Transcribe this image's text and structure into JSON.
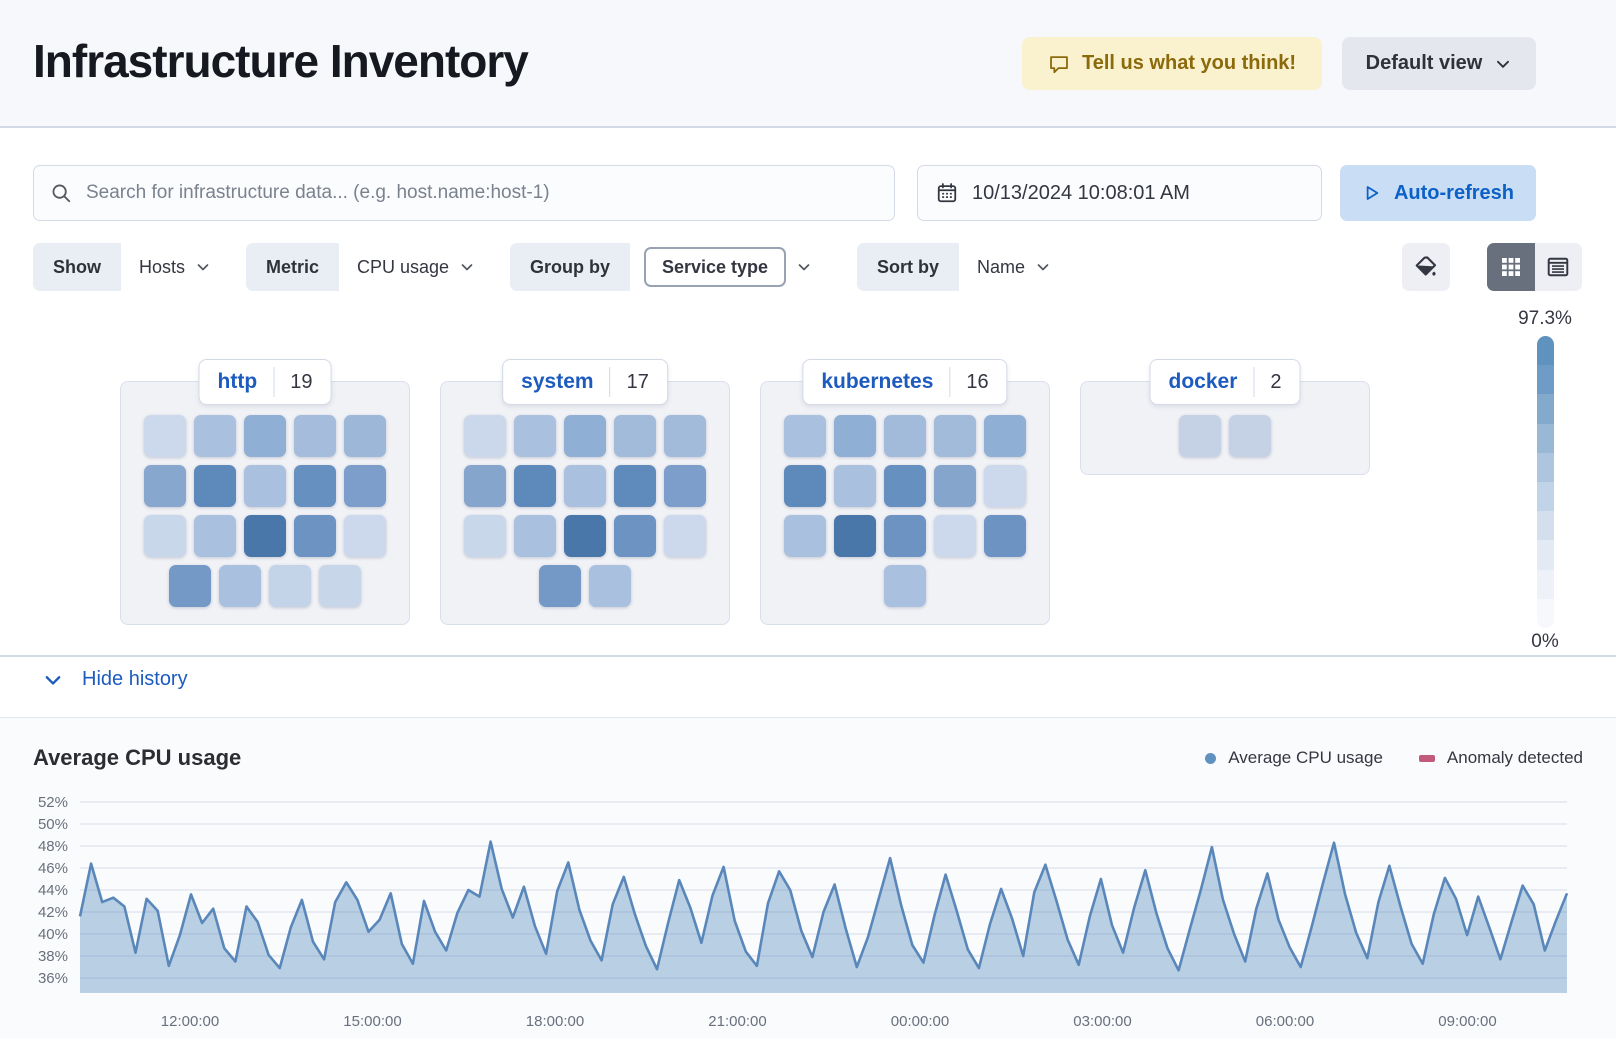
{
  "header": {
    "title": "Infrastructure Inventory",
    "feedback_label": "Tell us what you think!",
    "view_label": "Default view"
  },
  "toolbar": {
    "search_placeholder": "Search for infrastructure data... (e.g. host.name:host-1)",
    "datetime": "10/13/2024 10:08:01 AM",
    "auto_refresh_label": "Auto-refresh"
  },
  "filters": {
    "show_label": "Show",
    "show_value": "Hosts",
    "metric_label": "Metric",
    "metric_value": "CPU usage",
    "group_by_label": "Group by",
    "group_by_value": "Service type",
    "sort_by_label": "Sort by",
    "sort_by_value": "Name"
  },
  "scale_legend": {
    "max": "97.3%",
    "min": "0%",
    "colors": [
      "#6092c0",
      "#6f9cc6",
      "#83aacd",
      "#98b8d6",
      "#adc5de",
      "#c1d3e6",
      "#d4dfee",
      "#e3eaf4",
      "#eef2f8",
      "#f6f8fc"
    ]
  },
  "groups": [
    {
      "name": "http",
      "count": "19",
      "rows": [
        [
          "#ccd9ec",
          "#aac0df",
          "#8fafd4",
          "#a5bcdc",
          "#9db7d9"
        ],
        [
          "#88a7ce",
          "#5d89bb",
          "#aac0df",
          "#6690c0",
          "#7d9eca"
        ],
        [
          "#c9d7ea",
          "#a9c1de",
          "#4a77a9",
          "#6d93c3",
          "#ccd9ec"
        ],
        [
          "#7499c6",
          "#aac0df",
          "#c3d3e8",
          "#c7d6e9"
        ]
      ]
    },
    {
      "name": "system",
      "count": "17",
      "rows": [
        [
          "#cbd8eb",
          "#aac0df",
          "#8fafd4",
          "#a3bbdb",
          "#a3bbdb"
        ],
        [
          "#86a5cd",
          "#5d89bb",
          "#aac0df",
          "#5f8abc",
          "#7d9eca"
        ],
        [
          "#c9d7ea",
          "#a9c1de",
          "#4a77a9",
          "#6d93c3",
          "#ccd9ec"
        ],
        [
          "#7499c6",
          "#aac0df"
        ]
      ]
    },
    {
      "name": "kubernetes",
      "count": "16",
      "rows": [
        [
          "#aac0df",
          "#8fafd4",
          "#a3bbdb",
          "#a3bbdb",
          "#8fafd4"
        ],
        [
          "#5d89bb",
          "#aac0df",
          "#6690c0",
          "#86a5cd",
          "#ccd9ec"
        ],
        [
          "#aac0df",
          "#4a77a9",
          "#6d93c3",
          "#ccd9ec",
          "#6d93c3"
        ],
        [
          "#aac0df"
        ]
      ]
    },
    {
      "name": "docker",
      "count": "2",
      "rows": [
        [
          "#c5d2e6",
          "#c5d2e6"
        ]
      ]
    }
  ],
  "history": {
    "toggle_label": "Hide history"
  },
  "chart_data": {
    "type": "area",
    "title": "Average CPU usage",
    "legend_position": "top-right",
    "grid": true,
    "ylim": [
      34.6,
      53
    ],
    "y_tick_labels": [
      "52%",
      "50%",
      "48%",
      "46%",
      "44%",
      "42%",
      "40%",
      "38%",
      "36%"
    ],
    "y_ticks": [
      52,
      50,
      48,
      46,
      44,
      42,
      40,
      38,
      36
    ],
    "x_tick_labels": [
      "12:00:00",
      "15:00:00",
      "18:00:00",
      "21:00:00",
      "00:00:00",
      "03:00:00",
      "06:00:00",
      "09:00:00"
    ],
    "series": [
      {
        "name": "Average CPU usage",
        "color": "#6092c0",
        "line_color": "#5a87ba",
        "fill_color": "rgba(96,146,192,0.42)",
        "values": [
          41.6,
          46.4,
          42.9,
          43.3,
          42.5,
          38.3,
          43.2,
          42.1,
          37.1,
          39.9,
          43.6,
          41.0,
          42.3,
          38.7,
          37.5,
          42.5,
          41.1,
          38.1,
          36.9,
          40.6,
          43.1,
          39.3,
          37.7,
          42.9,
          44.7,
          43.1,
          40.2,
          41.3,
          43.7,
          39.1,
          37.3,
          43.0,
          40.2,
          38.5,
          41.9,
          44.0,
          43.4,
          48.4,
          44.1,
          41.5,
          44.3,
          40.7,
          38.2,
          43.9,
          46.5,
          42.2,
          39.4,
          37.6,
          42.7,
          45.2,
          41.8,
          38.9,
          36.8,
          41.0,
          44.9,
          42.4,
          39.2,
          43.5,
          46.1,
          41.2,
          38.4,
          37.1,
          42.8,
          45.7,
          44.0,
          40.3,
          37.9,
          42.0,
          44.5,
          40.5,
          37.0,
          39.7,
          43.3,
          46.9,
          42.6,
          39.0,
          37.4,
          41.7,
          45.4,
          42.1,
          38.6,
          36.9,
          40.9,
          44.1,
          41.4,
          38.0,
          43.8,
          46.3,
          43.0,
          39.5,
          37.2,
          41.6,
          45.0,
          40.8,
          38.3,
          42.4,
          45.8,
          41.9,
          38.7,
          36.7,
          40.4,
          44.0,
          47.9,
          43.1,
          40.0,
          37.5,
          42.3,
          45.5,
          41.3,
          38.8,
          37.0,
          40.7,
          44.6,
          48.3,
          43.6,
          40.1,
          37.8,
          42.9,
          46.2,
          42.5,
          39.1,
          37.3,
          41.8,
          45.1,
          43.2,
          39.9,
          43.4,
          40.6,
          37.7,
          41.1,
          44.4,
          42.7,
          38.5,
          41.2,
          43.7
        ]
      },
      {
        "name": "Anomaly detected",
        "color": "#c05c79",
        "values": []
      }
    ]
  }
}
